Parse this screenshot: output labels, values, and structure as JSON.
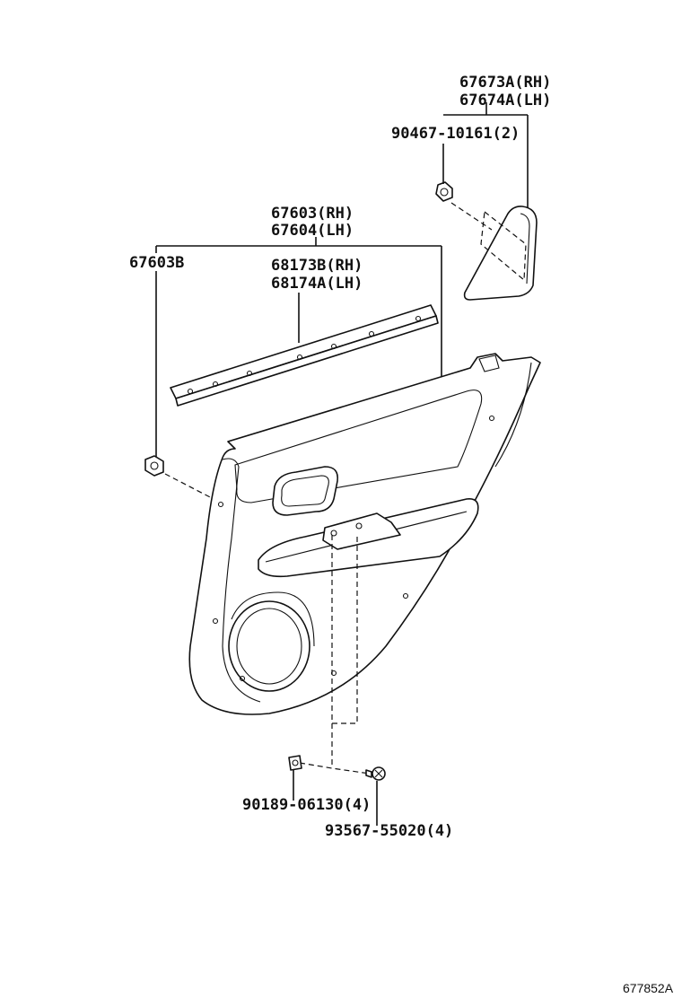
{
  "diagram": {
    "labels": {
      "p67673a": "67673A(RH)",
      "p67674a": "67674A(LH)",
      "p90467": "90467-10161(2)",
      "p67603": "67603(RH)",
      "p67604": "67604(LH)",
      "p67603b": "67603B",
      "p68173b": "68173B(RH)",
      "p68174a": "68174A(LH)",
      "p90189": "90189-06130(4)",
      "p93567": "93567-55020(4)"
    },
    "illustration_code": "677852A"
  }
}
